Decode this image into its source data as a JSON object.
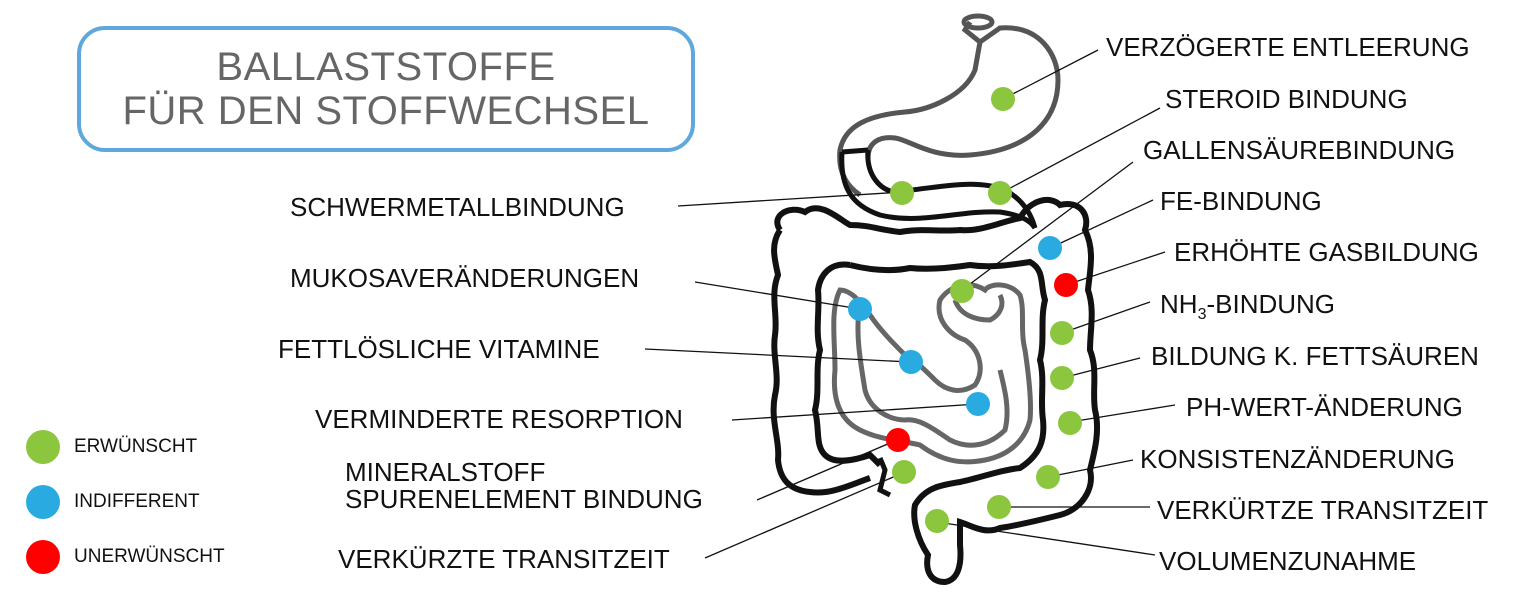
{
  "title": {
    "line1": "BALLASTSTOFFE",
    "line2": "FÜR DEN STOFFWECHSEL"
  },
  "colors": {
    "desired": "#8cc63f",
    "indifferent": "#29abe2",
    "undesired": "#ff0000",
    "title_border": "#5fa8dc",
    "title_text": "#666666"
  },
  "legend": [
    {
      "label": "ERWÜNSCHT",
      "color": "#8cc63f"
    },
    {
      "label": "INDIFFERENT",
      "color": "#29abe2"
    },
    {
      "label": "UNERWÜNSCHT",
      "color": "#ff0000"
    }
  ],
  "labels_left": [
    {
      "text": "SCHWERMETALLBINDUNG",
      "status": "desired"
    },
    {
      "text": "MUKOSAVERÄNDERUNGEN",
      "status": "indifferent"
    },
    {
      "text": "FETTLÖSLICHE VITAMINE",
      "status": "indifferent"
    },
    {
      "text": "VERMINDERTE RESORPTION",
      "status": "indifferent"
    },
    {
      "text_line1": "MINERALSTOFF",
      "text_line2": "SPURENELEMENT BINDUNG",
      "status": "undesired"
    },
    {
      "text": "VERKÜRZTE TRANSITZEIT",
      "status": "desired"
    }
  ],
  "labels_right": [
    {
      "text": "VERZÖGERTE ENTLEERUNG",
      "status": "desired"
    },
    {
      "text": "STEROID BINDUNG",
      "status": "desired"
    },
    {
      "text": "GALLENSÄUREBINDUNG",
      "status": "desired"
    },
    {
      "text": "FE-BINDUNG",
      "status": "indifferent"
    },
    {
      "text": "ERHÖHTE GASBILDUNG",
      "status": "undesired"
    },
    {
      "text_pre": "NH",
      "text_sub": "3",
      "text_post": "-BINDUNG",
      "status": "desired"
    },
    {
      "text": "BILDUNG K. FETTSÄUREN",
      "status": "desired"
    },
    {
      "text": "PH-WERT-ÄNDERUNG",
      "status": "desired"
    },
    {
      "text": "KONSISTENZÄNDERUNG",
      "status": "desired"
    },
    {
      "text": "VERKÜRTZE TRANSITZEIT",
      "status": "desired"
    },
    {
      "text": "VOLUMENZUNAHME",
      "status": "desired"
    }
  ]
}
